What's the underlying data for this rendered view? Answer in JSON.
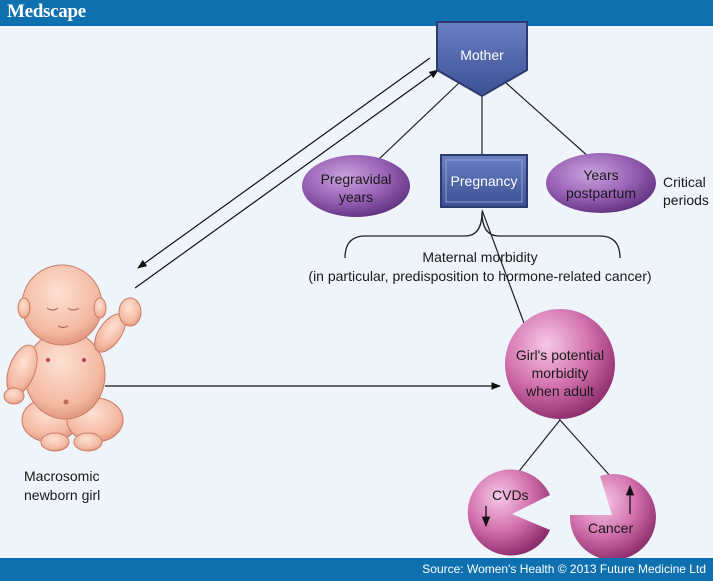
{
  "header": {
    "brand": "Medscape"
  },
  "footer": {
    "source": "Source: Women's Health © 2013 Future Medicine Ltd"
  },
  "diagram": {
    "mother": "Mother",
    "pregravidal": [
      "Pregravidal",
      "years"
    ],
    "pregnancy": "Pregnancy",
    "postpartum": [
      "Years",
      "postpartum"
    ],
    "critical_periods": [
      "Critical",
      "periods"
    ],
    "maternal_morbidity": [
      "Maternal morbidity",
      "(in particular, predisposition to hormone-related cancer)"
    ],
    "newborn": [
      "Macrosomic",
      "newborn girl"
    ],
    "girl_morbidity": [
      "Girl's potential",
      "morbidity",
      "when adult"
    ],
    "cvds": "CVDs",
    "cancer": "Cancer"
  },
  "colors": {
    "header_blue": "#0f70b0",
    "node_blue": "#4a63a8",
    "ellipse_purple": "#8a4fa6",
    "sphere_pink": "#c85a9c",
    "background": "#eef4fa"
  },
  "icons": {
    "newborn": "baby-illustration",
    "cvds_arrow": "arrow-down-icon",
    "cancer_arrow": "arrow-up-icon"
  }
}
